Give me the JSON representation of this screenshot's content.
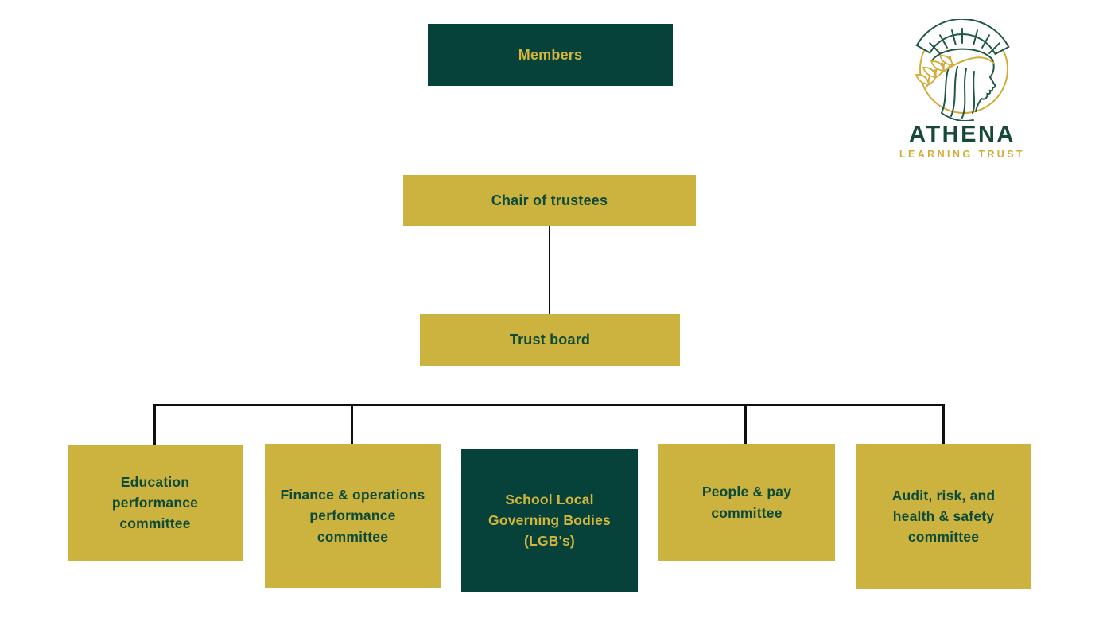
{
  "org_chart": {
    "nodes": [
      {
        "id": "members",
        "label": "Members",
        "style": "green"
      },
      {
        "id": "chair-of-trustees",
        "label": "Chair of trustees",
        "style": "gold"
      },
      {
        "id": "trust-board",
        "label": "Trust board",
        "style": "gold"
      },
      {
        "id": "education-performance-committee",
        "label": "Education\nperformance\ncommittee",
        "style": "gold"
      },
      {
        "id": "finance-operations-performance-committee",
        "label": "Finance & operations\nperformance\ncommittee",
        "style": "gold"
      },
      {
        "id": "school-local-governing-bodies",
        "label": "School Local\nGoverning Bodies\n(LGB's)",
        "style": "green"
      },
      {
        "id": "people-pay-committee",
        "label": "People & pay\ncommittee",
        "style": "gold"
      },
      {
        "id": "audit-risk-health-safety-committee",
        "label": "Audit, risk, and\nhealth & safety\ncommittee",
        "style": "gold"
      }
    ],
    "edges": [
      [
        "members",
        "chair-of-trustees"
      ],
      [
        "chair-of-trustees",
        "trust-board"
      ],
      [
        "trust-board",
        "education-performance-committee"
      ],
      [
        "trust-board",
        "finance-operations-performance-committee"
      ],
      [
        "trust-board",
        "school-local-governing-bodies"
      ],
      [
        "trust-board",
        "people-pay-committee"
      ],
      [
        "trust-board",
        "audit-risk-health-safety-committee"
      ]
    ]
  },
  "logo": {
    "brand": "ATHENA",
    "subtitle": "LEARNING TRUST",
    "emblem_icon": "athena-helmet-emblem"
  },
  "colors": {
    "dark_green": "#06413a",
    "gold": "#ccb33f",
    "text_on_gold": "#0d4a38",
    "text_on_green": "#d4b63e",
    "connector": "#0f0f0f",
    "logo_green": "#1f5848",
    "brand_green": "#17493a",
    "logo_gold": "#d2ac38"
  }
}
